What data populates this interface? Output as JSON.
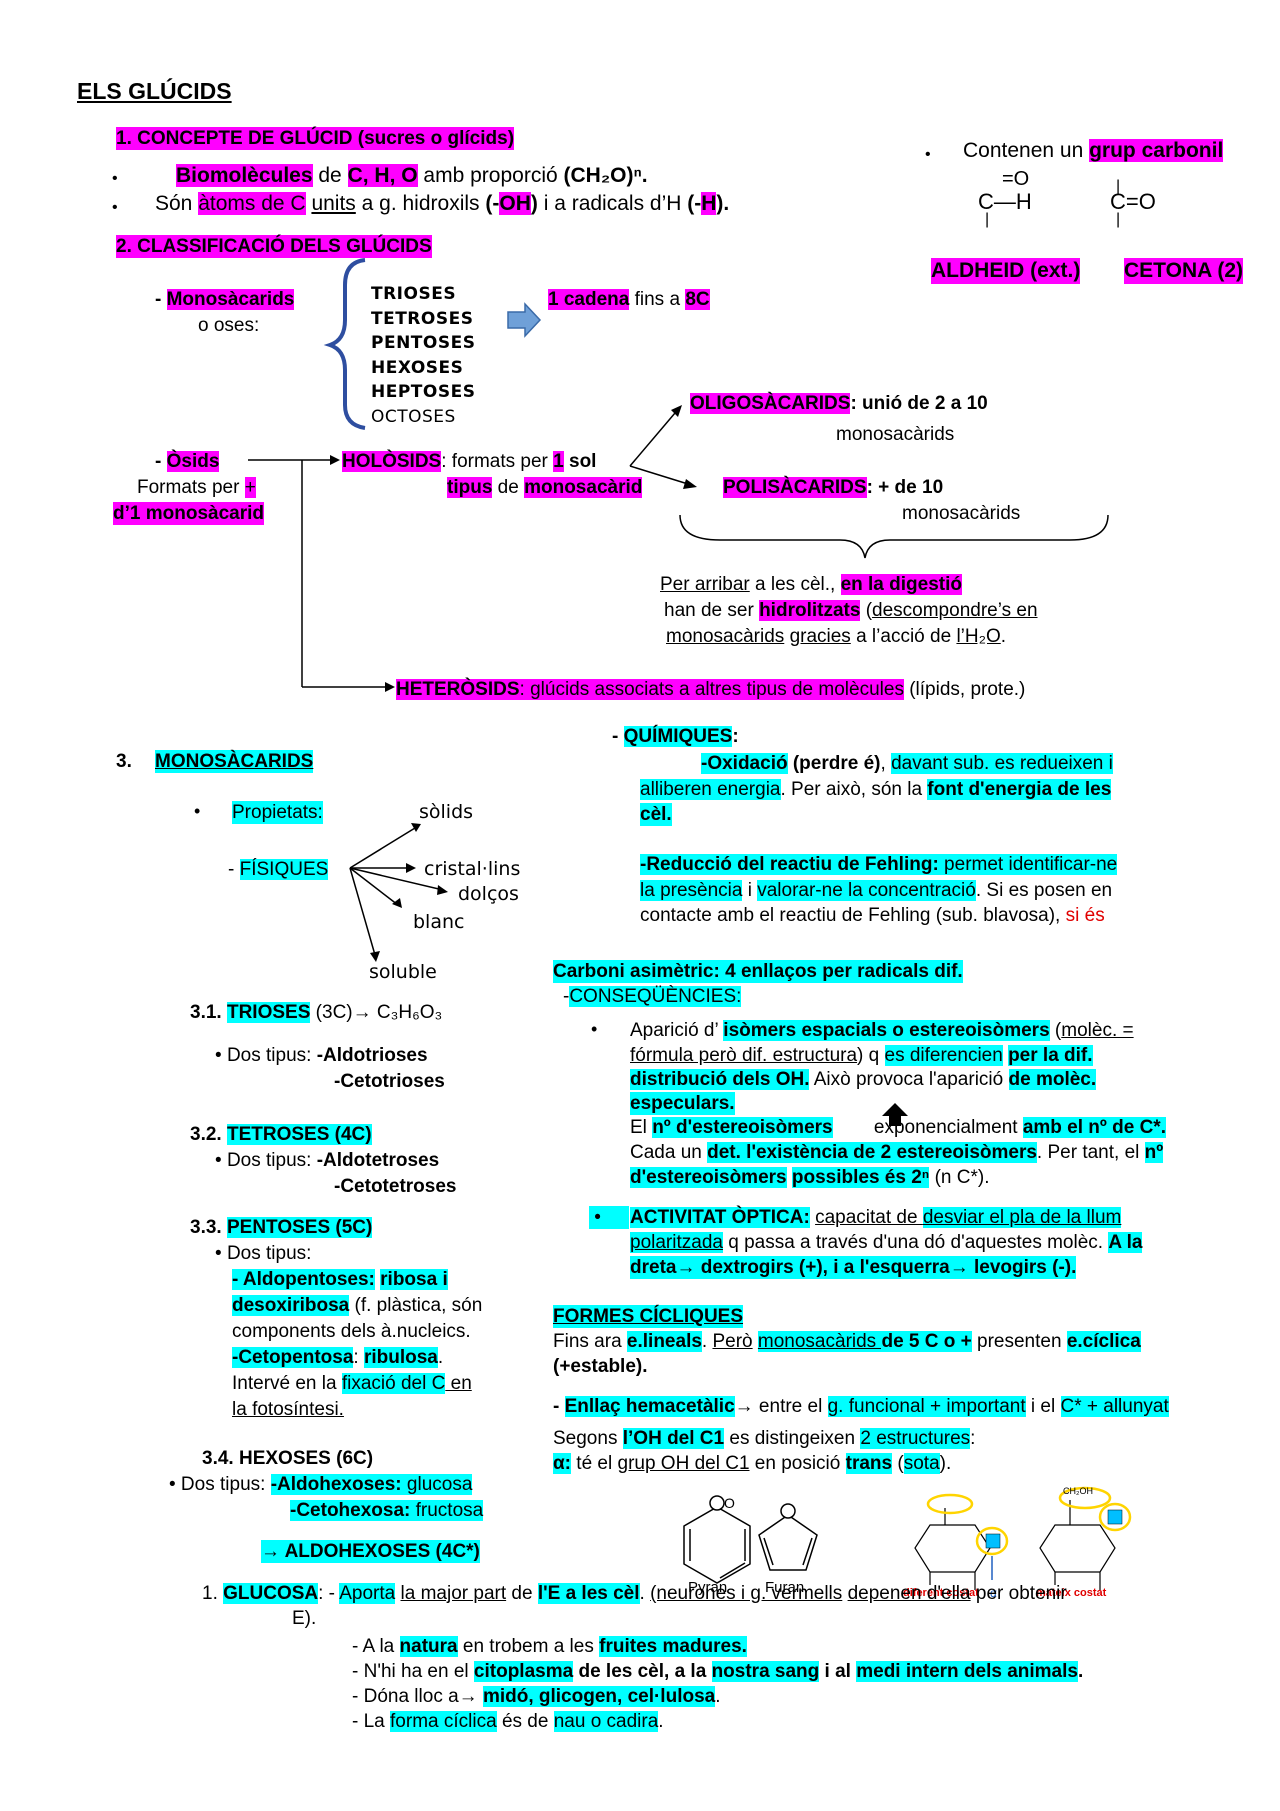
{
  "title": "ELS GLÚCIDS",
  "s1": {
    "heading": "1.   CONCEPTE DE GLÚCID (sucres o glícids)",
    "l1_a": "Biomolècules",
    "l1_b": " de ",
    "l1_c": "C, H, O",
    "l1_d": " amb proporció ",
    "l1_e": "(CH₂O)ⁿ.",
    "l2_a": "Són ",
    "l2_b": "àtoms de C",
    "l2_c": " ",
    "l2_d": "units",
    "l2_e": " a g. hidroxils ",
    "l2_f": "(-",
    "l2_g": "OH",
    "l2_h": ")",
    "l2_i": " i a radicals d’H ",
    "l2_j": "(-",
    "l2_k": "H",
    "l2_l": ")."
  },
  "carbonyl": {
    "text_a": "Contenen un ",
    "text_b": "grup carbonil",
    "aldehid": "ALDHEID (ext.)",
    "cetona": "CETONA (2)",
    "ald_top": "=O",
    "ald_mid": "C—H",
    "ald_bot": "|",
    "ket_mid": "C=O"
  },
  "s2": {
    "heading": "2.   CLASSIFICACIÓ DELS GLÚCIDS",
    "mono_a": "- ",
    "mono_b": "Monosàcarids",
    "mono_c": "o oses:",
    "types": [
      "TRIOSES",
      "TETROSES",
      "PENTOSES",
      "HEXOSES",
      "HEPTOSES",
      "OCTOSES"
    ],
    "chain_a": "1 cadena",
    "chain_b": " fins a ",
    "chain_c": "8C",
    "oligo_a": "OLIGOSÀCARIDS",
    "oligo_b": ": unió de 2 a 10",
    "oligo_c": "monosacàrids",
    "osids_a": "- ",
    "osids_b": "Òsids",
    "osids_c": "Formats per ",
    "osids_d": "+",
    "osids_e": "d’1 monosàcarid",
    "holo_a": "HOLÒSIDS",
    "holo_b": ": formats per ",
    "holo_c": "1",
    "holo_d": " sol",
    "holo_e": "tipus",
    "holo_f": " de ",
    "holo_g": "monosacàrid",
    "poli_a": "POLISÀCARIDS",
    "poli_b": ":    + de 10",
    "poli_c": "monosacàrids",
    "dig_a": "Per arribar",
    "dig_b": " a les cèl., ",
    "dig_c": "en la digestió",
    "dig_d": "han de ser ",
    "dig_e": "hidrolitzats",
    "dig_f": " (",
    "dig_g": "descompondre’s en",
    "dig_h": "monosacàrids",
    "dig_i": " ",
    "dig_j": "gracies",
    "dig_k": " a l’acció de ",
    "dig_l": "l’H₂O",
    "hetero_a": "HETERÒSIDS",
    "hetero_b": ": glúcids associats a altres tipus de molècules",
    "hetero_c": " (lípids, prote.)"
  },
  "s3": {
    "num": "3.",
    "heading": "MONOSÀCARIDS",
    "prop": "Propietats:",
    "fis_a": "- ",
    "fis_b": "FÍSIQUES",
    "phys": [
      "sòlids",
      "cristal·lins",
      "dolços",
      "blanc",
      "soluble"
    ],
    "s31_a": "3.1. ",
    "s31_b": "TRIOSES",
    "s31_c": " (3C)→ C₃H₆O₃",
    "s31_d": "Dos tipus: ",
    "s31_e": "-Aldotrioses",
    "s31_f": "-Cetotrioses",
    "s32_a": "3.2. ",
    "s32_b": "TETROSES (4C)",
    "s32_d": "Dos tipus: ",
    "s32_e": "-Aldotetroses",
    "s32_f": "-Cetotetroses",
    "s33_a": "3.3. ",
    "s33_b": "PENTOSES (5C)",
    "s33_c": "Dos tipus:",
    "s33_d": "- Aldopentoses:",
    "s33_e": " ",
    "s33_f": "ribosa i",
    "s33_g": "desoxiribosa",
    "s33_h": " (f. plàstica, són",
    "s33_i": "components dels à.nucleics.",
    "s33_j": "-Cetopentosa",
    "s33_k": ": ",
    "s33_l": "ribulosa",
    "s33_m": "Intervé en la ",
    "s33_n": "fixació del C",
    "s33_o": " en",
    "s33_p": "la fotosíntesi.",
    "s34": "3.4. HEXOSES (6C)",
    "s34_a": "• Dos tipus: ",
    "s34_b": "-Aldohexoses:",
    "s34_c": " glucosa",
    "s34_d": "-Cetohexosa:",
    "s34_e": " fructosa",
    "aldo": "→ ALDOHEXOSES (4C*)"
  },
  "quim": {
    "head_a": "- ",
    "head_b": "QUÍMIQUES",
    "head_c": ":",
    "ox_a": "-Oxidació",
    "ox_b": " (perdre é)",
    "ox_c": ", ",
    "ox_d": "davant sub. es redueixen i",
    "ox_e": "alliberen energia",
    "ox_f": ". Per això, són la ",
    "ox_g": "font d'energia de les",
    "ox_h": "cèl.",
    "fe_a": "-Reducció del reactiu de Fehling:",
    "fe_b": " permet identificar-ne",
    "fe_c": "la presència",
    "fe_d": " i ",
    "fe_e": "valorar-ne la concentració",
    "fe_f": ". Si es posen en",
    "fe_g": "contacte amb el reactiu de Fehling (sub. blavosa), ",
    "fe_h": "si és"
  },
  "asym": {
    "head": "Carboni asimètric: 4 enllaços per radicals dif.",
    "cons_a": "-",
    "cons_b": "CONSEQÜÈNCIES:",
    "b1_a": "Aparició d’ ",
    "b1_b": "isòmers espacials o estereoisòmers",
    "b1_c": " (",
    "b1_d": "molèc. =",
    "b1_e": "fórmula però dif. estructura",
    "b1_f": ") q ",
    "b1_g": "es diferencien",
    "b1_h": " ",
    "b1_i": "per la dif.",
    "b1_j": "distribució dels OH.",
    "b1_k": " Això provoca l'aparició ",
    "b1_l": "de molèc.",
    "b1_m": "especulars.",
    "b1_n": " El ",
    "b1_o": "nº d'estereoisòmers",
    "b1_p": " exponencialment ",
    "b1_q": "amb el nº de C*.",
    "b1_r": "Cada un ",
    "b1_s": "det. l'existència de 2 estereoisòmers",
    "b1_t": ". Per tant, el ",
    "b1_u": "nº",
    "b1_v": "d'estereoisòmers",
    "b1_w": " ",
    "b1_x": "possibles és 2ⁿ",
    "b1_y": " (n C*).",
    "b2_a": "ACTIVITAT ÒPTICA:",
    "b2_b": " ",
    "b2_c": "capacitat de ",
    "b2_d": "desviar el pla de la llum",
    "b2_e": "polaritzada",
    "b2_f": "  q passa a través d'una dó d'aquestes molèc. ",
    "b2_g": "A la",
    "b2_h": "dreta→ dextrogirs (+), i a l'esquerra→ levogirs (-)."
  },
  "cyclic": {
    "head": "FORMES CÍCLIQUES",
    "l1_a": "Fins ara ",
    "l1_b": "e.lineals",
    "l1_c": ". ",
    "l1_d": "Però",
    "l1_e": " ",
    "l1_f": "monosacàrids ",
    "l1_g": "de 5 C o +",
    "l1_h": " presenten ",
    "l1_i": "e.cíclica",
    "l1_j": "(+estable).",
    "l2_a": "- ",
    "l2_b": "Enllaç hemacetàlic",
    "l2_c": "→ entre el ",
    "l2_d": "g. funcional + important",
    "l2_e": " i el ",
    "l2_f": "C* + allunyat",
    "l3_a": "Segons ",
    "l3_b": "l’OH del C1",
    "l3_c": " es distingeixen ",
    "l3_d": "2 estructures",
    "l4_a": "α:",
    "l4_b": " té el ",
    "l4_c": "grup OH del C1",
    "l4_d": " en posició ",
    "l4_e": "trans",
    "l4_f": " (",
    "l4_g": "sota",
    "l4_h": ").",
    "pyran": "Pyran",
    "furan": "Furan",
    "dif": "diferent costat",
    "mat": "mateix costat",
    "alpha": "α",
    "ch2oh": "CH₂OH"
  },
  "glucosa": {
    "a": "1. ",
    "b": "GLUCOSA",
    "c": ": - ",
    "d": "Aporta",
    "e": " ",
    "f": "la major part",
    "g": " de ",
    "h": "l'E a les cèl",
    "i": ". ",
    "j": "(neurones i g. vermells",
    "k": " ",
    "l": "depenen d'ella",
    "m": " per obtenir",
    "n": "E).",
    "r1_a": "- A la ",
    "r1_b": "natura",
    "r1_c": " en trobem a les ",
    "r1_d": "fruites madures.",
    "r2_a": "- N'hi ha en el ",
    "r2_b": "citoplasma",
    "r2_c": " de les cèl, a la ",
    "r2_d": "nostra sang",
    "r2_e": " i al ",
    "r2_f": "medi intern dels animals",
    "r2_g": ".",
    "r3_a": "- Dóna lloc a→ ",
    "r3_b": "midó, glicogen, cel·lulosa",
    "r3_c": ".",
    "r4_a": "- La ",
    "r4_b": "forma cíclica",
    "r4_c": " és de ",
    "r4_d": "nau o cadira",
    "r4_e": "."
  }
}
